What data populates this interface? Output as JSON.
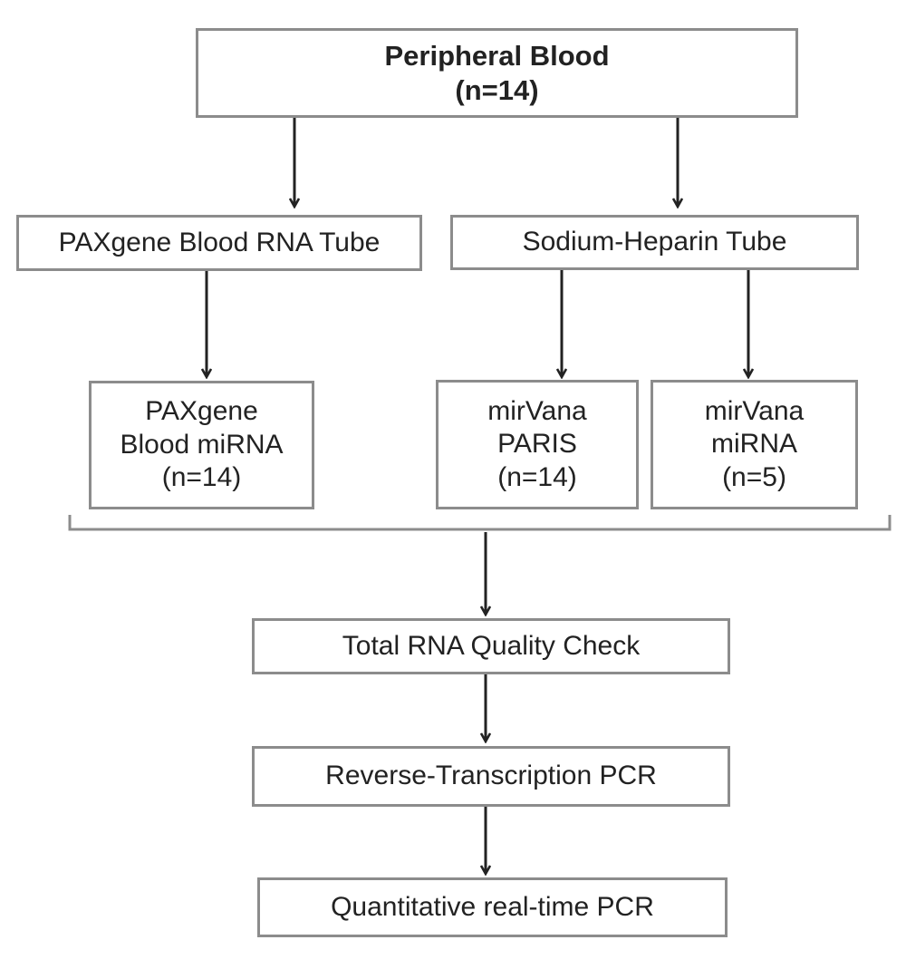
{
  "diagram": {
    "nodes": {
      "peripheral_blood": {
        "lines": [
          "Peripheral Blood",
          "(n=14)"
        ]
      },
      "paxgene_tube": {
        "lines": [
          "PAXgene Blood RNA Tube"
        ]
      },
      "sodium_heparin_tube": {
        "lines": [
          "Sodium-Heparin Tube"
        ]
      },
      "paxgene_mirna": {
        "lines": [
          "PAXgene",
          "Blood miRNA",
          "(n=14)"
        ]
      },
      "mirvana_paris": {
        "lines": [
          "mirVana",
          "PARIS",
          "(n=14)"
        ]
      },
      "mirvana_mirna": {
        "lines": [
          "mirVana",
          "miRNA",
          "(n=5)"
        ]
      },
      "rna_quality_check": {
        "lines": [
          "Total RNA Quality Check"
        ]
      },
      "rt_pcr": {
        "lines": [
          "Reverse-Transcription PCR"
        ]
      },
      "qrt_pcr": {
        "lines": [
          "Quantitative real-time PCR"
        ]
      }
    },
    "edges": [
      {
        "from": "peripheral_blood",
        "to": "paxgene_tube"
      },
      {
        "from": "peripheral_blood",
        "to": "sodium_heparin_tube"
      },
      {
        "from": "paxgene_tube",
        "to": "paxgene_mirna"
      },
      {
        "from": "sodium_heparin_tube",
        "to": "mirvana_paris"
      },
      {
        "from": "sodium_heparin_tube",
        "to": "mirvana_mirna"
      },
      {
        "from": "paxgene_mirna, mirvana_paris, mirvana_mirna",
        "to": "rna_quality_check"
      },
      {
        "from": "rna_quality_check",
        "to": "rt_pcr"
      },
      {
        "from": "rt_pcr",
        "to": "qrt_pcr"
      }
    ],
    "colors": {
      "border": "#8c8c8c",
      "arrow": "#222222",
      "text": "#222222"
    }
  }
}
